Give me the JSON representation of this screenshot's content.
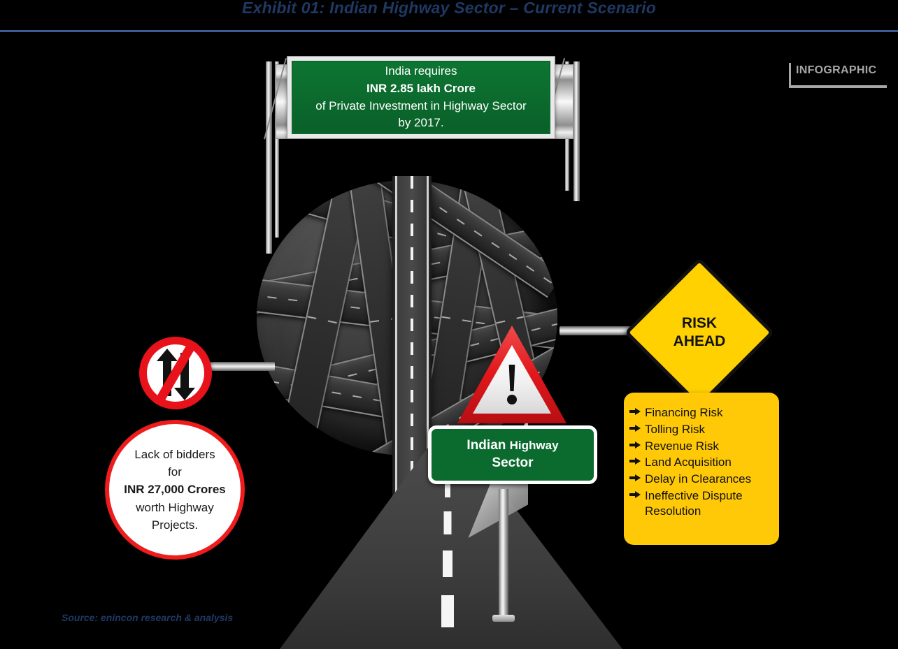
{
  "header": {
    "title": "Exhibit 01: Indian Highway Sector – Current Scenario",
    "rule_color": "#3B5A96",
    "title_color": "#1F3864"
  },
  "infographic_tag": {
    "label": "INFOGRAPHIC",
    "color": "#A6A6A6"
  },
  "gantry_sign": {
    "line1": "India requires",
    "line2": "INR 2.85  lakh Crore",
    "line3": "of Private Investment in Highway Sector",
    "line4": "by 2017.",
    "background_color": "#0B6B2E",
    "text_color": "#FFFFFF"
  },
  "sector_box": {
    "line1_bold": "Indian",
    "line1_rest": "Highway",
    "line2": "Sector",
    "background_color": "#0B6B2E",
    "border_color": "#FFFFFF"
  },
  "risk_diamond": {
    "line1": "RISK",
    "line2": "AHEAD",
    "background_color": "#FFD100",
    "border_color": "#111111"
  },
  "risk_list": {
    "background_color": "#FFC907",
    "items": [
      "Financing Risk",
      "Tolling  Risk",
      "Revenue Risk",
      "Land Acquisition",
      "Delay in Clearances",
      "Ineffective Dispute Resolution"
    ]
  },
  "bidders_circle": {
    "line1": "Lack of bidders",
    "line2": "for",
    "line3": "INR 27,000 Crores",
    "line4": "worth Highway",
    "line5": "Projects.",
    "border_color": "#EE1C1C",
    "background_color": "#FFFFFF"
  },
  "source": {
    "text": "Source: enincon research & analysis"
  },
  "icons": {
    "prohibition": "no-two-way-traffic-icon",
    "warning": "warning-exclamation-triangle-icon",
    "road_ball": "tangled-highway-sphere-icon"
  }
}
